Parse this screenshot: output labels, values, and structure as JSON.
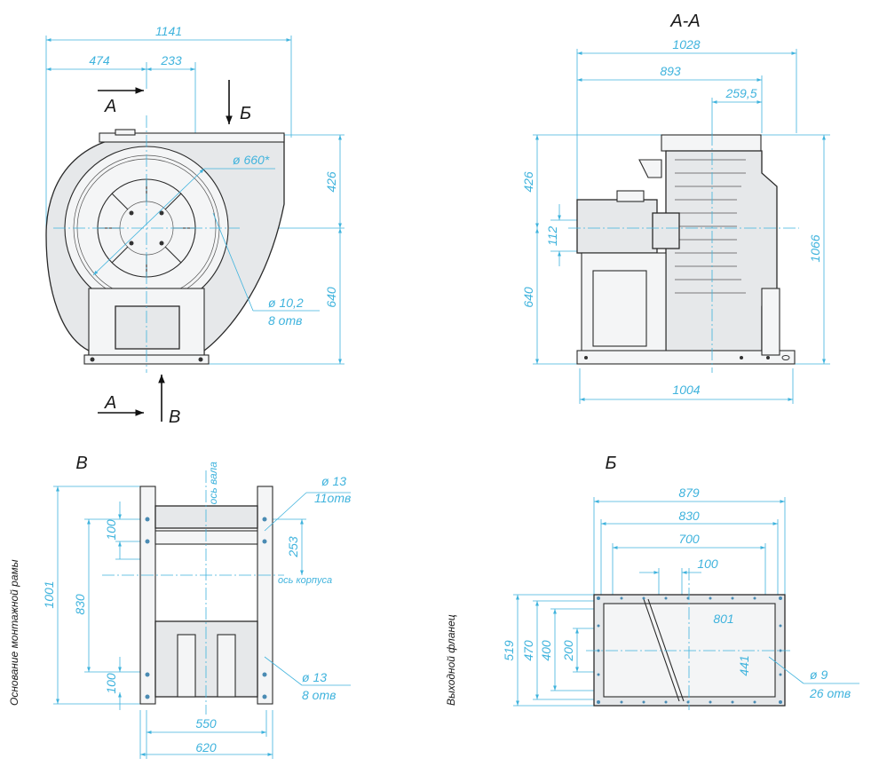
{
  "views": {
    "section_aa": {
      "title": "А-А"
    },
    "view_v": {
      "title": "В"
    },
    "view_b": {
      "title": "Б"
    }
  },
  "arrows": {
    "a_top": "А",
    "a_bottom": "А",
    "b_top": "Б",
    "v_bottom": "В"
  },
  "front_view": {
    "dims": {
      "width_total": "1141",
      "left_to_axis": "474",
      "axis_to_outlet": "233",
      "top_height": "426",
      "bottom_height": "640",
      "inlet_diameter": "ø 660*",
      "hole_diameter": "ø 10,2",
      "hole_count": "8 отв"
    }
  },
  "section_view": {
    "dims": {
      "width_total": "1028",
      "width_inner": "893",
      "axis_offset": "259,5",
      "top_height": "426",
      "shaft_offset": "112",
      "bottom_height": "640",
      "height_total": "1066",
      "base_width": "1004"
    }
  },
  "base_view": {
    "side_label": "Основание монтажной рамы",
    "axis_shaft": "ось вала",
    "axis_body": "ось корпуса",
    "dims": {
      "length_total": "1001",
      "length_holes": "830",
      "top_pitch": "100",
      "bottom_pitch": "100",
      "axis_offset": "253",
      "inner_width": "550",
      "outer_width": "620",
      "hole_top_diameter": "ø 13",
      "hole_top_count": "11отв",
      "hole_bottom_diameter": "ø 13",
      "hole_bottom_count": "8 отв"
    }
  },
  "flange_view": {
    "side_label": "Выходной фланец",
    "dims": {
      "w_total": "879",
      "w_holes": "830",
      "w_inner": "700",
      "pitch": "100",
      "w_opening": "801",
      "h_opening": "441",
      "h_total": "519",
      "h_holes": "470",
      "h_inner": "400",
      "h_small": "200",
      "hole_diameter": "ø 9",
      "hole_count": "26 отв"
    }
  }
}
